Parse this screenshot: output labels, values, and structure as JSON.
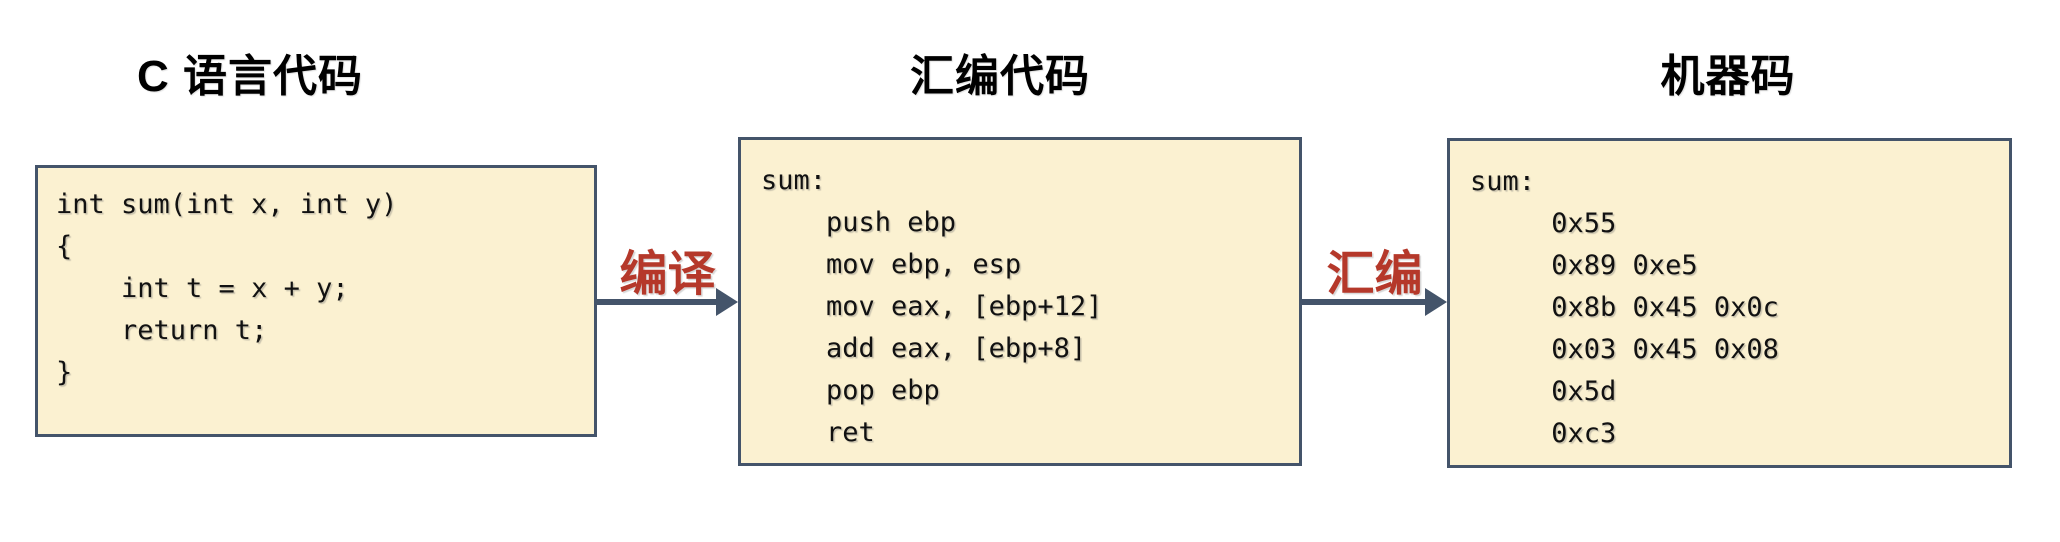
{
  "colors": {
    "background": "#FFFFFF",
    "box_fill": "#FBF1D1",
    "box_border": "#44546A",
    "arrow": "#44546A",
    "label_red": "#B5382A",
    "title_color": "#000000"
  },
  "titles": {
    "c": "C 语言代码",
    "asm": "汇编代码",
    "machine": "机器码"
  },
  "boxes": {
    "c": {
      "code": [
        "int sum(int x, int y)",
        "{",
        "    int t = x + y;",
        "    return t;",
        "}"
      ]
    },
    "asm": {
      "code": [
        "sum:",
        "    push ebp",
        "    mov ebp, esp",
        "    mov eax, [ebp+12]",
        "    add eax, [ebp+8]",
        "    pop ebp",
        "    ret"
      ]
    },
    "machine": {
      "code": [
        "sum:",
        "     0x55",
        "     0x89 0xe5",
        "     0x8b 0x45 0x0c",
        "     0x03 0x45 0x08",
        "     0x5d",
        "     0xc3"
      ]
    }
  },
  "arrows": {
    "compile": {
      "label": "编译"
    },
    "assemble": {
      "label": "汇编"
    }
  }
}
